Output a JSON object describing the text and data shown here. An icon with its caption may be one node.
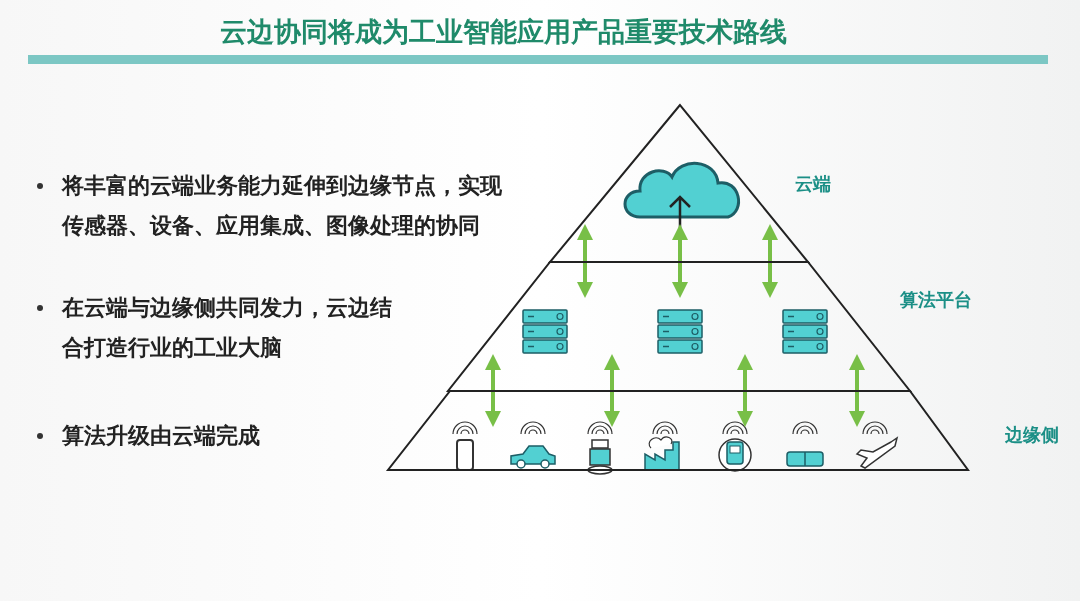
{
  "diagram": {
    "title": "云边协同将成为工业智能应用产品重要技术路线",
    "nodes": [
      {
        "text": [
          "云端"
        ]
      },
      {
        "text": [
          "算法平台"
        ]
      },
      {
        "text": [
          "边缘侧"
        ]
      }
    ],
    "edges": [
      {
        "from": 0,
        "to": 1,
        "arrow": "both"
      },
      {
        "from": 0,
        "to": 1,
        "arrow": "both"
      },
      {
        "from": 0,
        "to": 1,
        "arrow": "both"
      },
      {
        "from": 1,
        "to": 2,
        "arrow": "both"
      },
      {
        "from": 1,
        "to": 2,
        "arrow": "both"
      },
      {
        "from": 1,
        "to": 2,
        "arrow": "both"
      },
      {
        "from": 1,
        "to": 2,
        "arrow": "both"
      }
    ],
    "labels": [
      "将丰富的云端业务能力延伸到边缘节点，实现传感器、设备、应用集成、图像处理的协同",
      "在云端与边缘侧共同发力，云边结合打造行业的工业大脑",
      "算法升级由云端完成"
    ]
  }
}
